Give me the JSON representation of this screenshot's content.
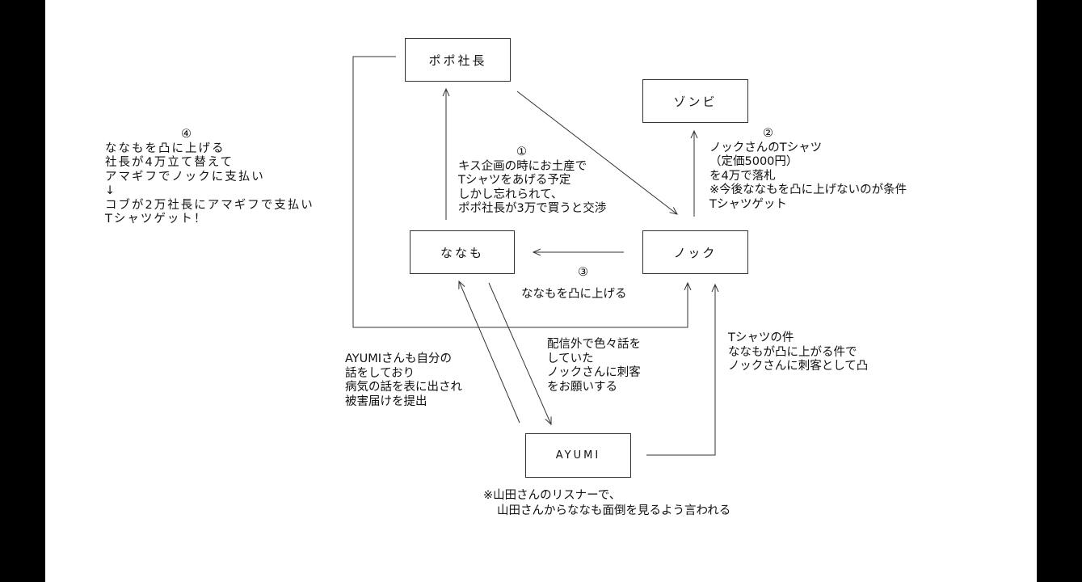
{
  "nodes": {
    "popo": "ポポ社長",
    "zombie": "ゾンビ",
    "nanamo": "ななも",
    "nock": "ノック",
    "ayumi": "AYUMI"
  },
  "notes": {
    "step4": {
      "num": "④",
      "lines": [
        "ななもを凸に上げる",
        "社長が4万立て替えて",
        "アマギフでノックに支払い",
        "↓",
        "コブが2万社長にアマギフで支払い",
        "Tシャツゲット！"
      ]
    },
    "step1": {
      "num": "①",
      "lines": [
        "キス企画の時にお土産で",
        "Tシャツをあげる予定",
        "しかし忘れられて、",
        "ポポ社長が3万で買うと交渉"
      ]
    },
    "step2": {
      "num": "②",
      "lines": [
        "ノックさんのTシャツ",
        "（定価5000円）",
        "を4万で落札",
        "※今後ななもを凸に上げないのが条件",
        "Tシャツゲット"
      ]
    },
    "step3": {
      "num": "③",
      "lines": [
        "ななもを凸に上げる"
      ]
    },
    "request": {
      "lines": [
        "配信外で色々話を",
        "していた",
        "ノックさんに刺客",
        "をお願いする"
      ]
    },
    "ayumi_report": {
      "lines": [
        "AYUMIさんも自分の",
        "話をしており",
        "病気の話を表に出され",
        "被害届けを提出"
      ]
    },
    "ayumi_to_nock": {
      "lines": [
        "Tシャツの件",
        "ななもが凸に上がる件で",
        "ノックさんに刺客として凸"
      ]
    },
    "footnote": {
      "lines": [
        "※山田さんのリスナーで、",
        "山田さんからななも面倒を見るよう言われる"
      ]
    }
  }
}
